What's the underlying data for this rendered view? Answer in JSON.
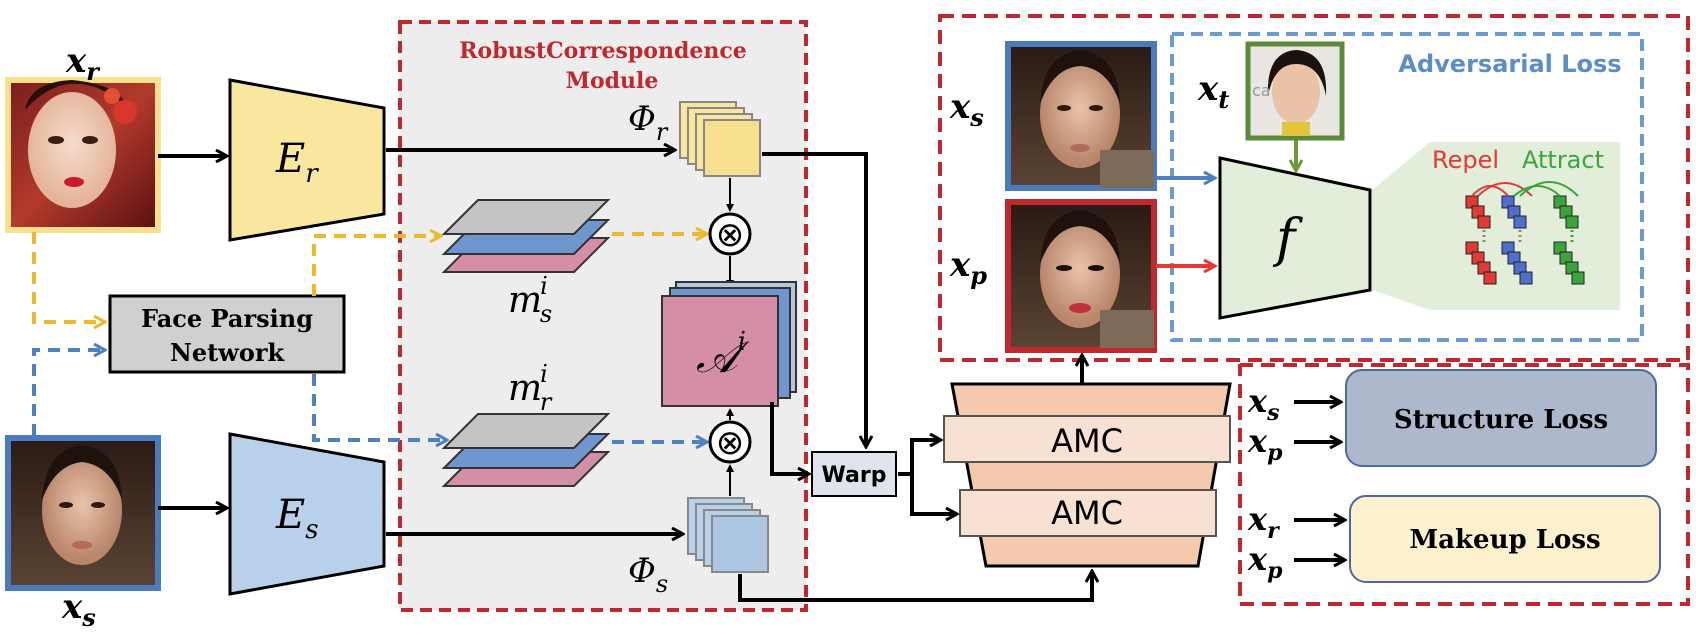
{
  "labels": {
    "x_r": "x",
    "x_r_sub": "r",
    "x_s": "x",
    "x_s_sub": "s",
    "x_p": "x",
    "x_p_sub": "p",
    "x_t": "x",
    "x_t_sub": "t",
    "E_r": "E",
    "E_r_sub": "r",
    "E_s": "E",
    "E_s_sub": "s",
    "phi_r": "Φ",
    "phi_r_sub": "r",
    "phi_s": "Φ",
    "phi_s_sub": "s",
    "m_s": "m",
    "m_s_sub": "s",
    "m_s_sup": "i",
    "m_r": "m",
    "m_r_sub": "r",
    "m_r_sup": "i",
    "A": "𝒜",
    "A_sup": "i",
    "f": "f",
    "otimes": "⊗"
  },
  "face_parsing": {
    "line1": "Face Parsing",
    "line2": "Network"
  },
  "rcm": {
    "line1": "RobustCorrespondence",
    "line2": "Module"
  },
  "warp": "Warp",
  "amc1": "AMC",
  "amc2": "AMC",
  "adversarial": "Adversarial Loss",
  "repel": "Repel",
  "attract": "Attract",
  "structure_loss": "Structure Loss",
  "makeup_loss": "Makeup Loss",
  "ca_text": "ca",
  "colors": {
    "yellow": "#f9e79f",
    "yellow_border": "#e8c468",
    "blue": "#b9d0ea",
    "blue_border": "#4a7bbf",
    "red_dash": "#c0392b",
    "blue_dash": "#6a9bd1",
    "pink": "#d48fa6",
    "amc": "#f8e1d3",
    "amc_trap": "#f5c9ae",
    "structure": "#aeb8cc",
    "makeup": "#fdf0cc",
    "green": "#5a8a3a"
  }
}
